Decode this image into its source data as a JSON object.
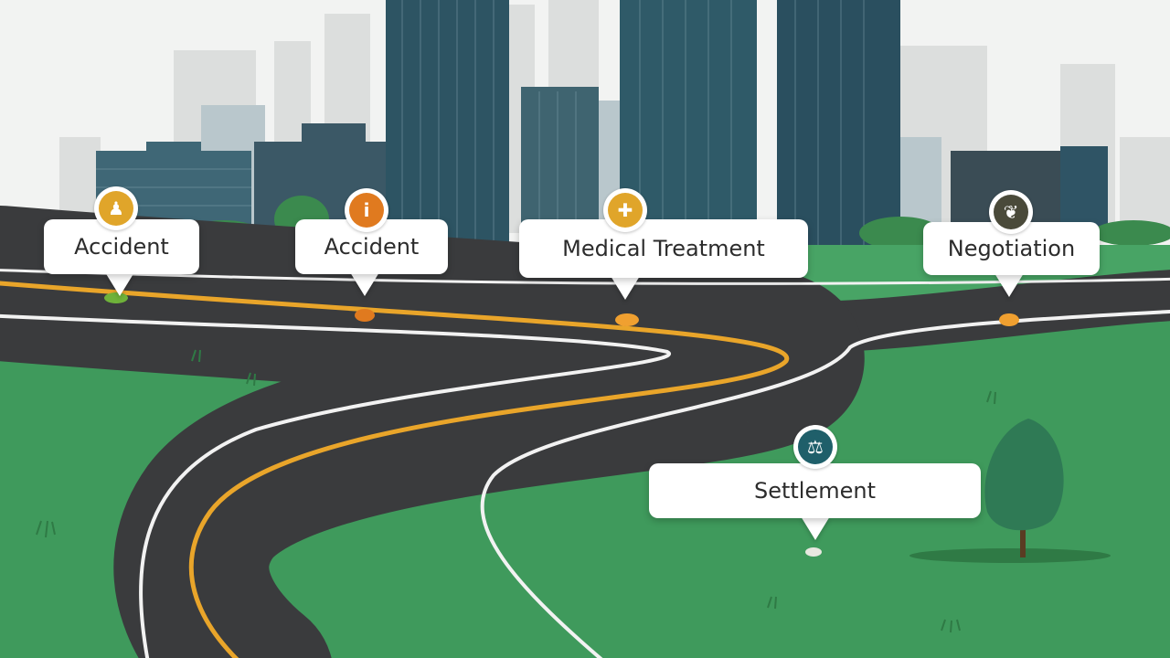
{
  "milestones": [
    {
      "label": "Accident",
      "icon": "person-icon",
      "accent": "#e0a52a",
      "dot": "#6fb23a"
    },
    {
      "label": "Accident",
      "icon": "info-icon",
      "accent": "#e07a1f",
      "dot": "#e07a1f"
    },
    {
      "label": "Medical Treatment",
      "icon": "medical-kit-icon",
      "accent": "#e0a52a",
      "dot": "#f0a030"
    },
    {
      "label": "Negotiation",
      "icon": "handshake-icon",
      "accent": "#4a4a3a",
      "dot": "#f0a030"
    },
    {
      "label": "Settlement",
      "icon": "scales-icon",
      "accent": "#1f5f6a",
      "dot": "#e8e8e0"
    }
  ],
  "colors": {
    "sky": "#f2f3f2",
    "grass": "#3f9a5c",
    "road": "#3a3b3d",
    "road_center_line": "#e9a52a",
    "road_edge_line": "#f2f2f2"
  }
}
